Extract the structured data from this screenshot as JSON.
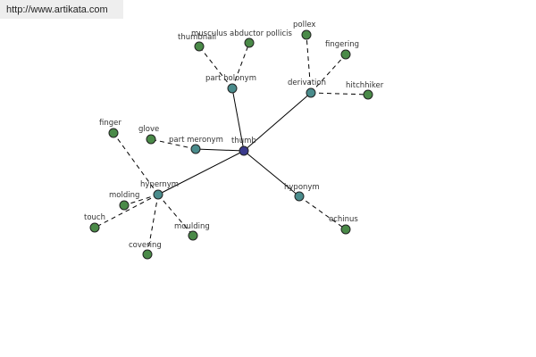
{
  "source_url": "http://www.artikata.com",
  "colors": {
    "center": "#3a3a8c",
    "relation": "#4a8c8c",
    "leaf": "#4a8a48"
  },
  "graph": {
    "center": "thumb",
    "relations": [
      {
        "id": "part-holonym",
        "label": "part holonym",
        "leaves": [
          "thumbnail",
          "musculus abductor pollicis"
        ]
      },
      {
        "id": "derivation",
        "label": "derivation",
        "leaves": [
          "pollex",
          "fingering",
          "hitchhiker"
        ]
      },
      {
        "id": "part-meronym",
        "label": "part meronym",
        "leaves": [
          "glove"
        ]
      },
      {
        "id": "hypernym",
        "label": "hypernym",
        "leaves": [
          "finger",
          "molding",
          "touch",
          "covering",
          "moulding"
        ]
      },
      {
        "id": "hyponym",
        "label": "hyponym",
        "leaves": [
          "echinus"
        ]
      }
    ]
  }
}
